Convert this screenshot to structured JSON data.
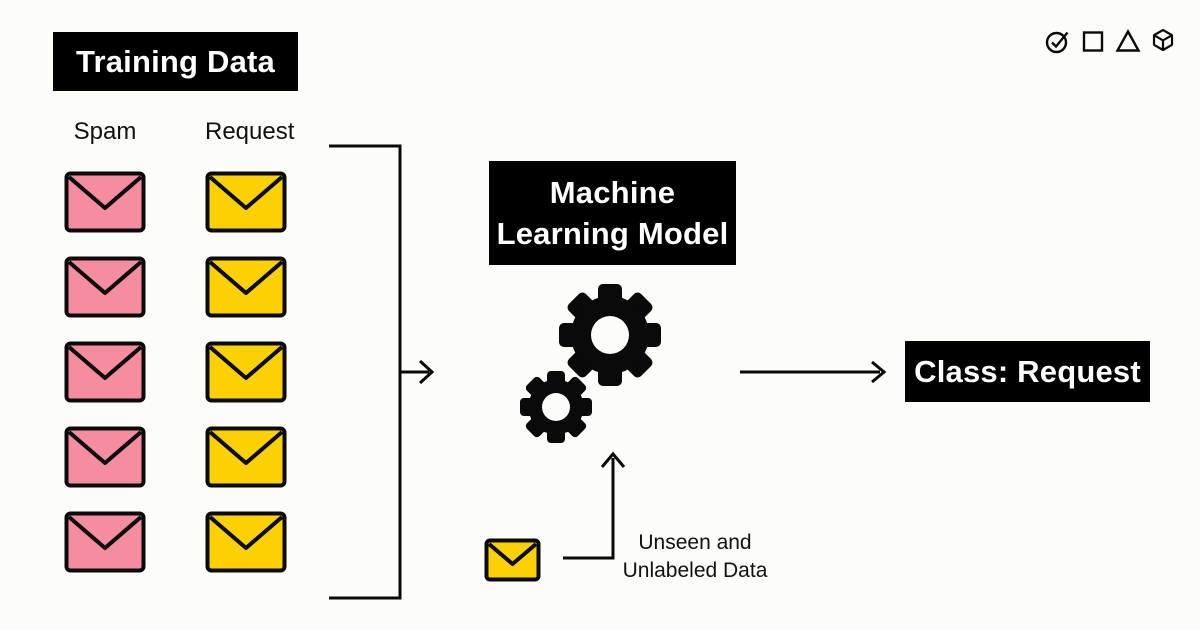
{
  "canvas": {
    "bg": "#FCFCF9"
  },
  "colors": {
    "ink": "#0A0A0A",
    "pink": "#F58C9F",
    "yellow": "#FCD104",
    "box_bg": "#000000",
    "box_text": "#FFFFFF"
  },
  "header": {
    "training_label": "Training Data"
  },
  "training": {
    "columns": [
      {
        "id": "spam",
        "label": "Spam",
        "envelope_color": "#F58C9F",
        "count": 5
      },
      {
        "id": "request",
        "label": "Request",
        "envelope_color": "#FCD104",
        "count": 5
      }
    ]
  },
  "model": {
    "line1": "Machine",
    "line2": "Learning Model"
  },
  "output": {
    "label": "Class: Request"
  },
  "unseen": {
    "line1": "Unseen and",
    "line2": "Unlabeled Data"
  },
  "logo": {
    "icons": [
      {
        "name": "check-circle-icon"
      },
      {
        "name": "square-icon"
      },
      {
        "name": "triangle-icon"
      },
      {
        "name": "cube-icon"
      }
    ]
  }
}
